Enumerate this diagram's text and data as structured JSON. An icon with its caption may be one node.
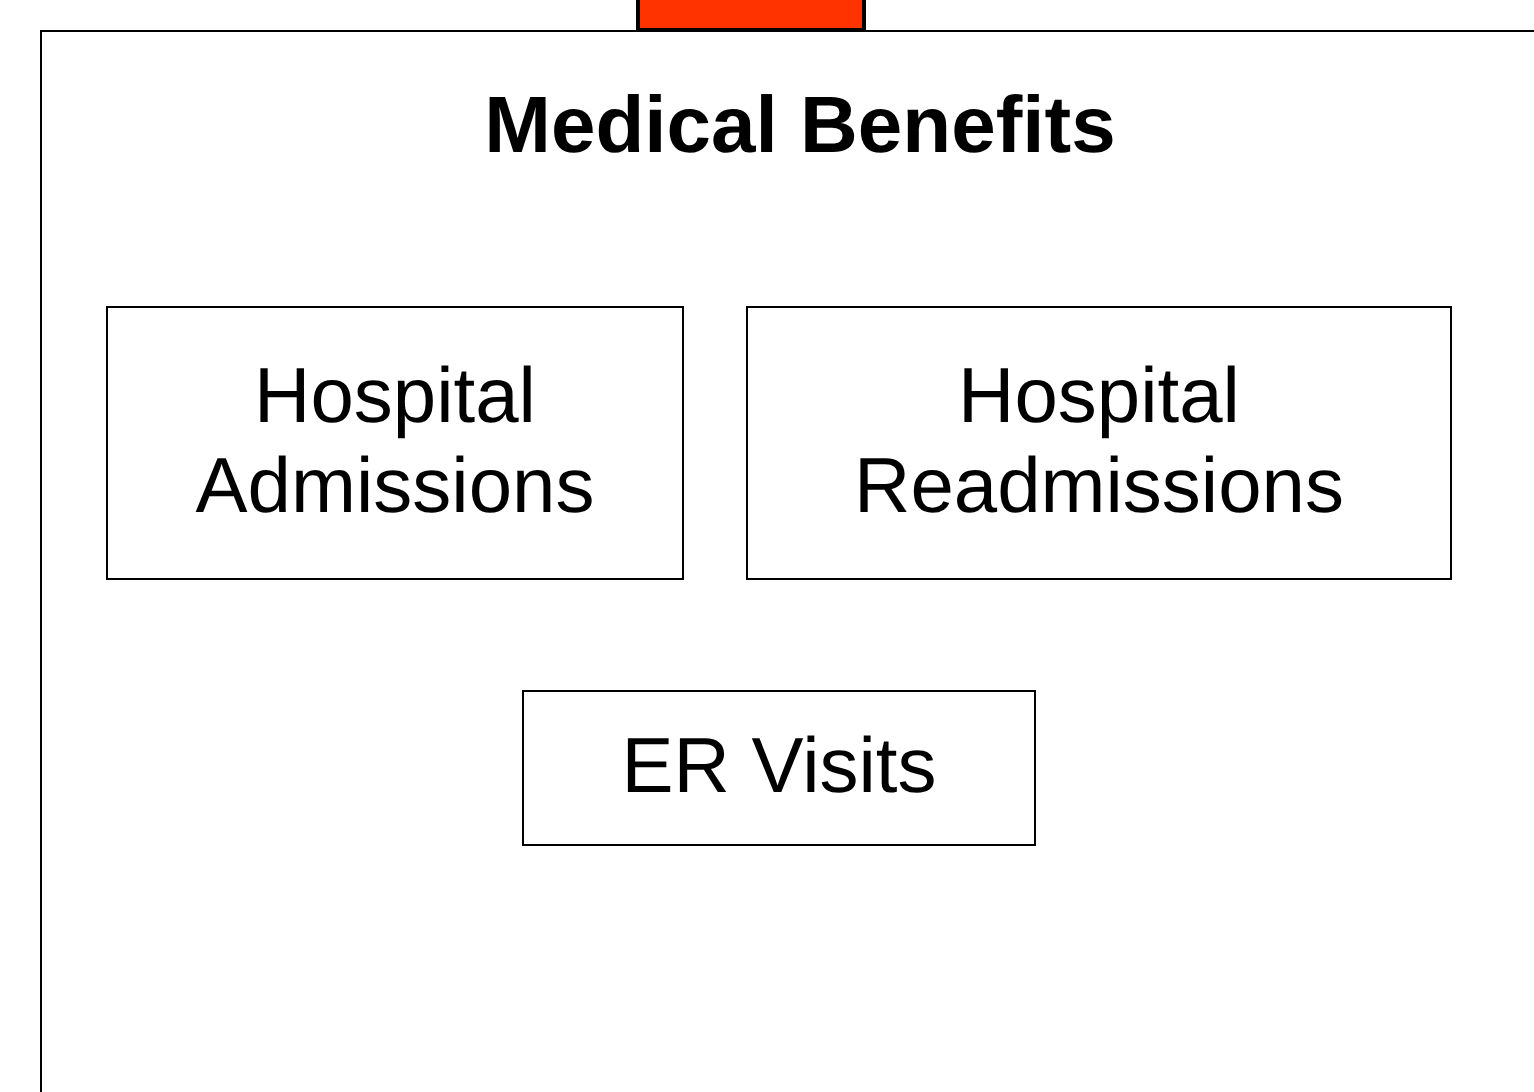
{
  "diagram": {
    "nodes": [
      {
        "text": [],
        "shape": "box"
      },
      {
        "text": [
          "Medical Benefits"
        ]
      },
      {
        "text": [
          "Hospital Admissions"
        ],
        "in": 1
      },
      {
        "text": [
          "Hospital Readmissions"
        ],
        "in": 1
      },
      {
        "text": [
          "ER Visits"
        ],
        "in": 1
      }
    ]
  }
}
